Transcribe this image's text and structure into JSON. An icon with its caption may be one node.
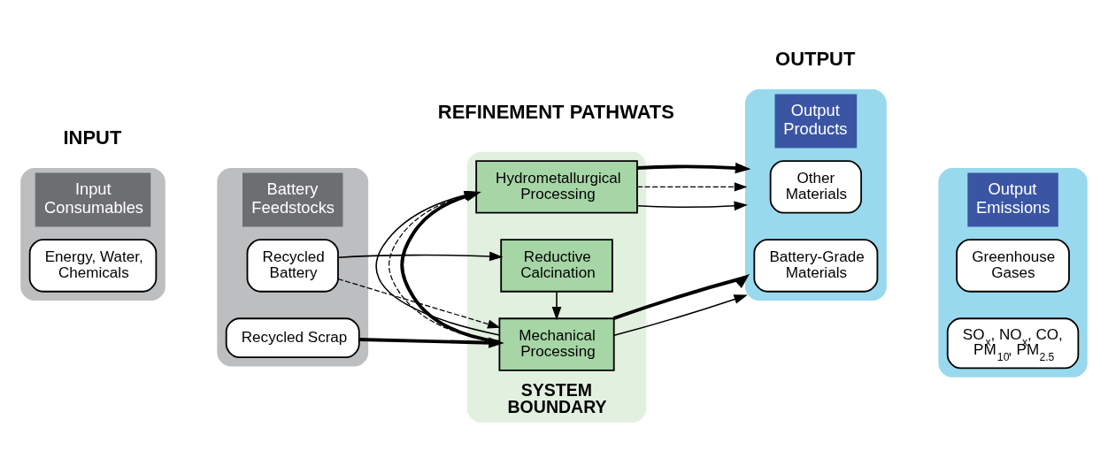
{
  "diagram": {
    "nodes": [
      {
        "text": [
          "Input Consumables"
        ]
      },
      {
        "text": [
          "Energy, Water, Chemicals"
        ],
        "in": 0
      },
      {
        "text": [
          "Battery Feedstocks"
        ]
      },
      {
        "text": [
          "Recycled Battery"
        ],
        "in": 2
      },
      {
        "text": [
          "Recycled Scrap"
        ],
        "in": 2
      },
      {
        "text": [
          "SYSTEM BOUNDARY"
        ]
      },
      {
        "text": [
          "Reductive Calcination"
        ],
        "in": 5
      },
      {
        "text": [
          "Mechanical Processing"
        ],
        "in": 5
      },
      {
        "text": [
          "Hydrometallurgical Processing"
        ],
        "in": 5
      },
      {
        "text": [
          "Output Products"
        ]
      },
      {
        "text": [
          "Battery-Grade Materials"
        ],
        "in": 9
      },
      {
        "text": [
          "Other Materials"
        ],
        "in": 9
      },
      {
        "text": [
          "Output Emissions"
        ]
      },
      {
        "text": [
          "Greenhouse Gases"
        ],
        "in": 12
      },
      {
        "text": [
          "SO$_{x}$, NO$_{x}$, CO, PM$_{10}$, PM$_{2.5}$"
        ],
        "in": 12
      }
    ],
    "edges": [
      {
        "from": 3,
        "to": 6,
        "arrow": "to"
      },
      {
        "from": 3,
        "to": 7,
        "arrow": "to",
        "style": "dashed"
      },
      {
        "from": 4,
        "to": 7,
        "arrow": "to",
        "style": "thick"
      },
      {
        "from": 6,
        "to": 7,
        "arrow": "to"
      },
      {
        "from": 7,
        "to": 8,
        "arrow": "to",
        "style": "thick"
      },
      {
        "from": 7,
        "to": 8,
        "arrow": "to",
        "style": "dashed"
      },
      {
        "from": 7,
        "to": 8,
        "arrow": "to"
      },
      {
        "from": 7,
        "to": 9,
        "arrow": "to"
      },
      {
        "from": 7,
        "to": 9,
        "arrow": "to",
        "style": "thick"
      },
      {
        "from": 8,
        "to": 9,
        "arrow": "to"
      },
      {
        "from": 8,
        "to": 9,
        "arrow": "to",
        "style": "dashed"
      },
      {
        "from": 8,
        "to": 9,
        "arrow": "to",
        "style": "thick"
      }
    ],
    "labels": [
      "INPUT",
      "REFINEMENT PATHWATS",
      "OUTPUT"
    ]
  }
}
